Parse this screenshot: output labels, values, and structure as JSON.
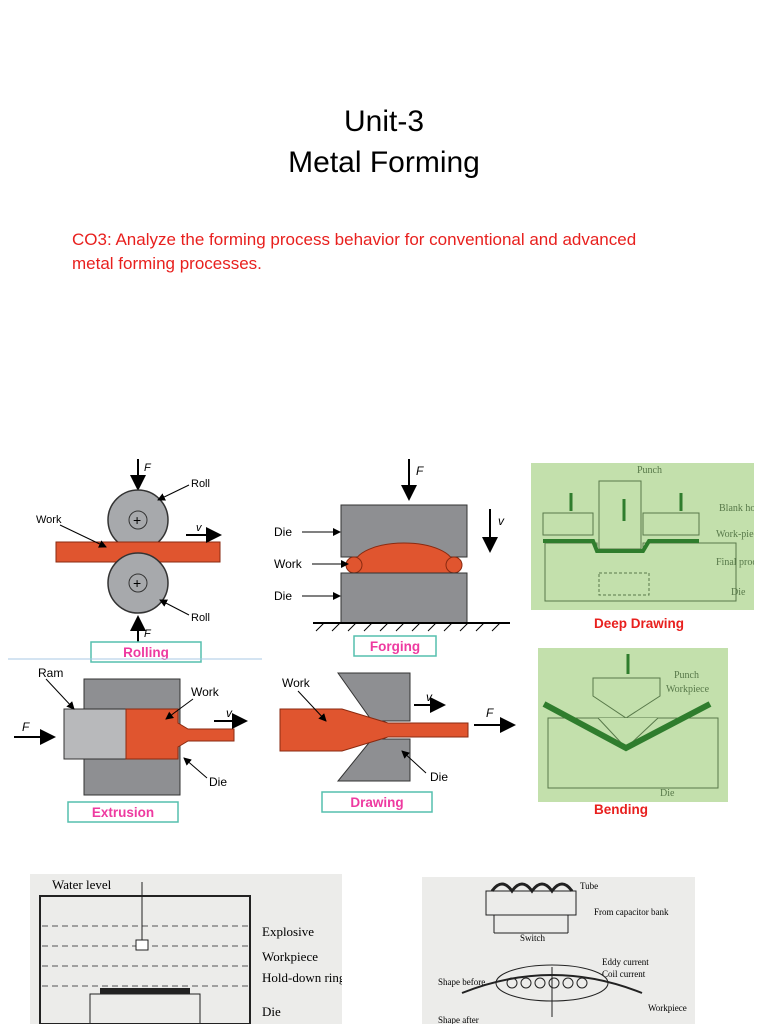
{
  "header": {
    "unit": "Unit-3",
    "topic": "Metal Forming"
  },
  "objective": "CO3: Analyze the forming process behavior for conventional and advanced metal forming processes.",
  "rolling": {
    "force": "F",
    "roll_top": "Roll",
    "roll_bottom": "Roll",
    "work": "Work",
    "velocity": "v",
    "caption": "Rolling"
  },
  "forging": {
    "force": "F",
    "velocity": "v",
    "die_top": "Die",
    "work": "Work",
    "die_bottom": "Die",
    "caption": "Forging"
  },
  "deep_drawing": {
    "punch": "Punch",
    "blank_holder": "Blank holder",
    "workpiece": "Work-piece",
    "final_product": "Final product",
    "die": "Die",
    "caption": "Deep Drawing"
  },
  "extrusion": {
    "ram": "Ram",
    "work": "Work",
    "force": "F",
    "velocity": "v",
    "die": "Die",
    "caption": "Extrusion"
  },
  "drawing": {
    "work": "Work",
    "velocity": "v",
    "force": "F",
    "die": "Die",
    "caption": "Drawing"
  },
  "bending": {
    "punch": "Punch",
    "workpiece": "Workpiece",
    "die": "Die",
    "caption": "Bending"
  },
  "explosive": {
    "water_level": "Water level",
    "explosive": "Explosive",
    "workpiece": "Workpiece",
    "hold_down": "Hold-down ring",
    "die": "Die"
  },
  "electromagnetic": {
    "tube": "Tube",
    "capacitor": "From capacitor bank",
    "switch": "Switch",
    "eddy": "Eddy current",
    "coil": "Coil current",
    "shape_before": "Shape before",
    "shape_after": "Shape after",
    "workpiece": "Workpiece"
  },
  "colors": {
    "workpiece": "#e0552f",
    "caption_pink": "#ee3aa0",
    "caption_teal": "#55bfae",
    "red": "#e8201e"
  }
}
